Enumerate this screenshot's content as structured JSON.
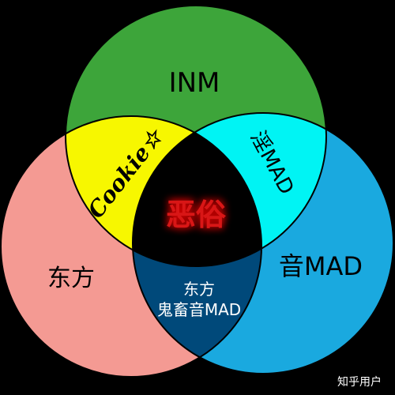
{
  "sets": {
    "top": {
      "label": "INM",
      "color": "#3da53a"
    },
    "left": {
      "label": "东方",
      "color": "#f49a93"
    },
    "right": {
      "label": "音MAD",
      "color": "#1aa9df"
    }
  },
  "overlaps": {
    "top_left": {
      "label": "Cookie☆",
      "color": "#f7f700"
    },
    "top_right": {
      "label": "淫MAD",
      "color": "#00f4f4"
    },
    "left_right": {
      "line1": "东方",
      "line2": "鬼畜音MAD",
      "color": "#00497a"
    },
    "center": {
      "label": "恶俗",
      "color": "#000000",
      "text_color": "#d91818"
    }
  },
  "watermark": "知乎用户"
}
